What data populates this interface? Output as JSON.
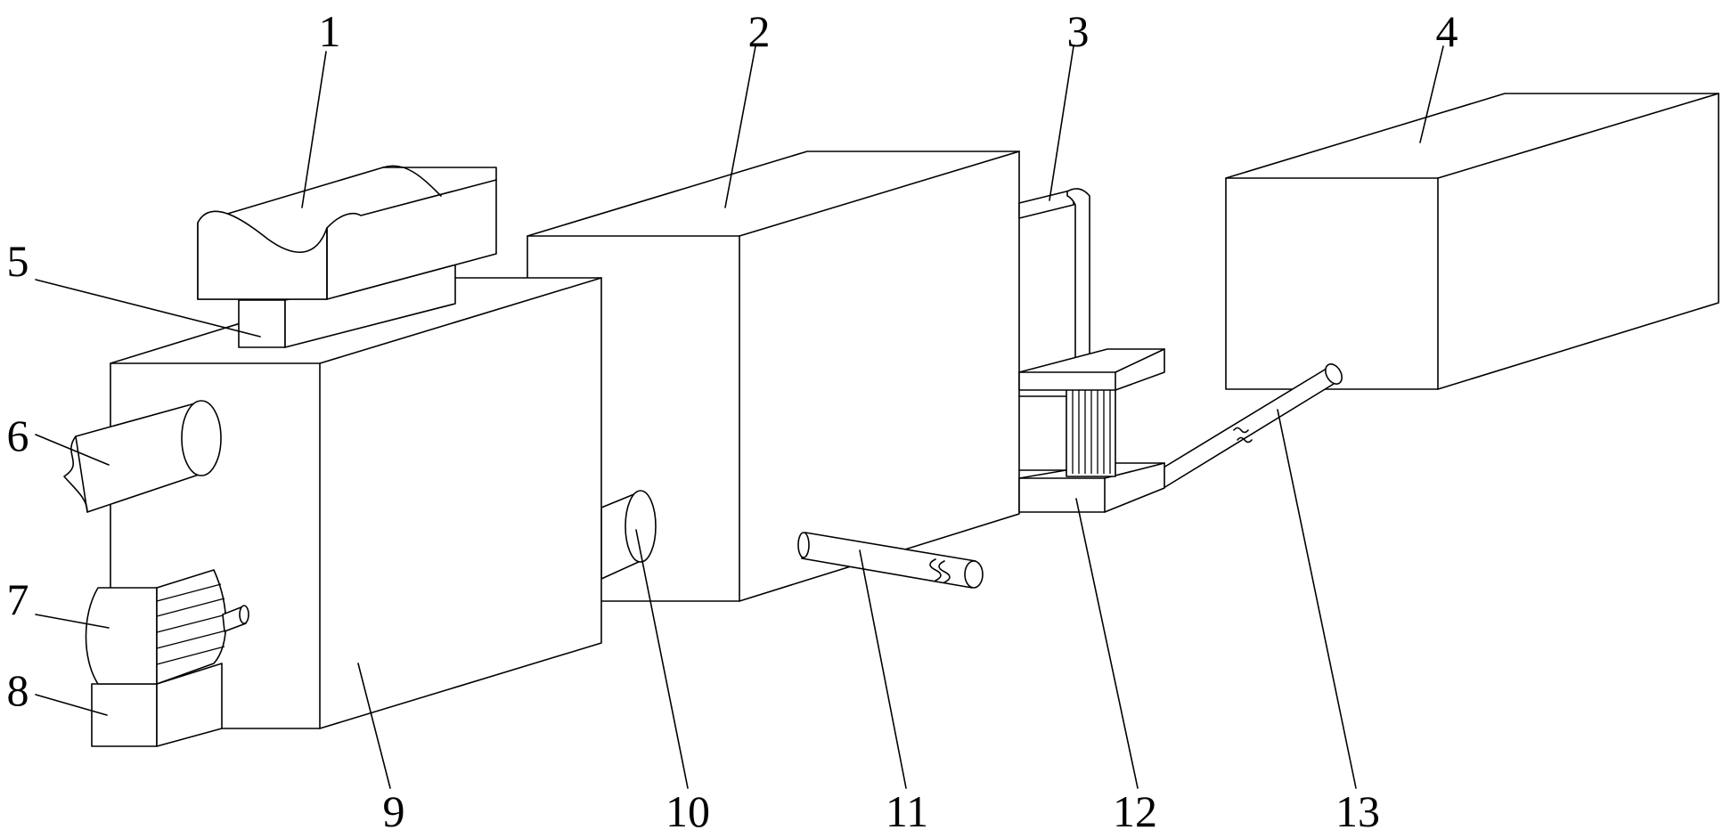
{
  "labels": {
    "n1": "1",
    "n2": "2",
    "n3": "3",
    "n4": "4",
    "n5": "5",
    "n6": "6",
    "n7": "7",
    "n8": "8",
    "n9": "9",
    "n10": "10",
    "n11": "11",
    "n12": "12",
    "n13": "13"
  },
  "colors": {
    "stroke": "#000000",
    "background": "#ffffff"
  }
}
